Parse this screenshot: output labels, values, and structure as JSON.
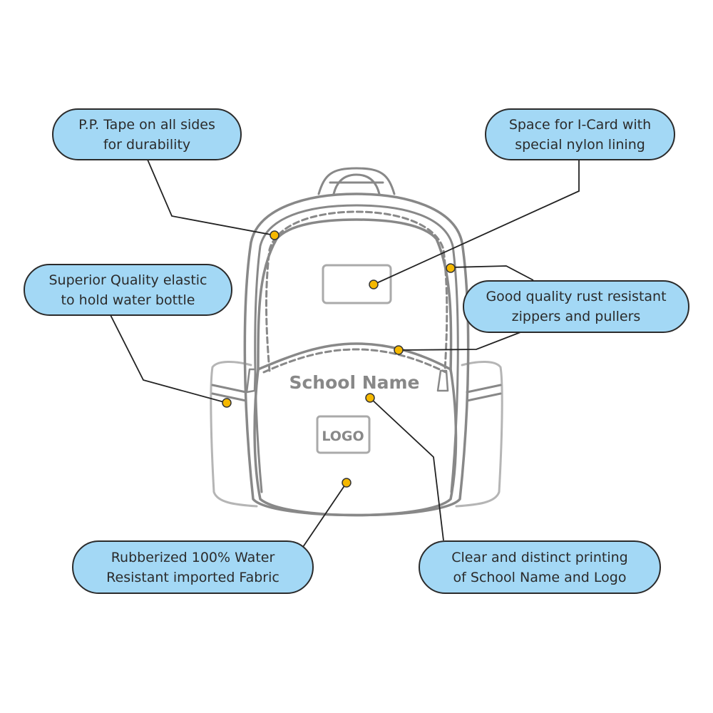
{
  "backpack": {
    "school_name": "School Name",
    "logo": "LOGO"
  },
  "callouts": [
    {
      "id": "pp-tape",
      "lines": [
        "P.P. Tape on all sides",
        "for durability"
      ]
    },
    {
      "id": "icard",
      "lines": [
        "Space for I-Card with",
        "special nylon lining"
      ]
    },
    {
      "id": "elastic",
      "lines": [
        "Superior Quality elastic",
        "to hold water bottle"
      ]
    },
    {
      "id": "zippers",
      "lines": [
        "Good quality rust resistant",
        "zippers and pullers"
      ]
    },
    {
      "id": "fabric",
      "lines": [
        "Rubberized 100% Water",
        "Resistant imported Fabric"
      ]
    },
    {
      "id": "printing",
      "lines": [
        "Clear and distinct printing",
        "of School Name and Logo"
      ]
    }
  ],
  "colors": {
    "callout_fill": "#a3d8f5",
    "marker": "#f5b800",
    "outline": "#888888"
  }
}
